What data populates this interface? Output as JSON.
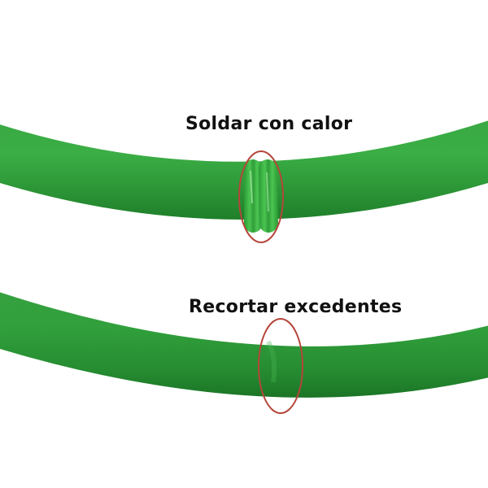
{
  "image": {
    "description": "Two green round PU belts showing heat welding and trimming steps",
    "background_color": "#ffffff"
  },
  "steps": [
    {
      "label": "Soldar con calor",
      "highlight": "welded-joint-bulge",
      "highlight_color": "#b5453a"
    },
    {
      "label": "Recortar excedentes",
      "highlight": "trimmed-smooth-joint",
      "highlight_color": "#b5453a"
    }
  ],
  "colors": {
    "tube_main": "#2f9e3a",
    "tube_light": "#47b84e",
    "tube_dark": "#1d7a28",
    "weld_bead": "#3bb53f",
    "circle": "#b5453a",
    "text": "#111111"
  }
}
